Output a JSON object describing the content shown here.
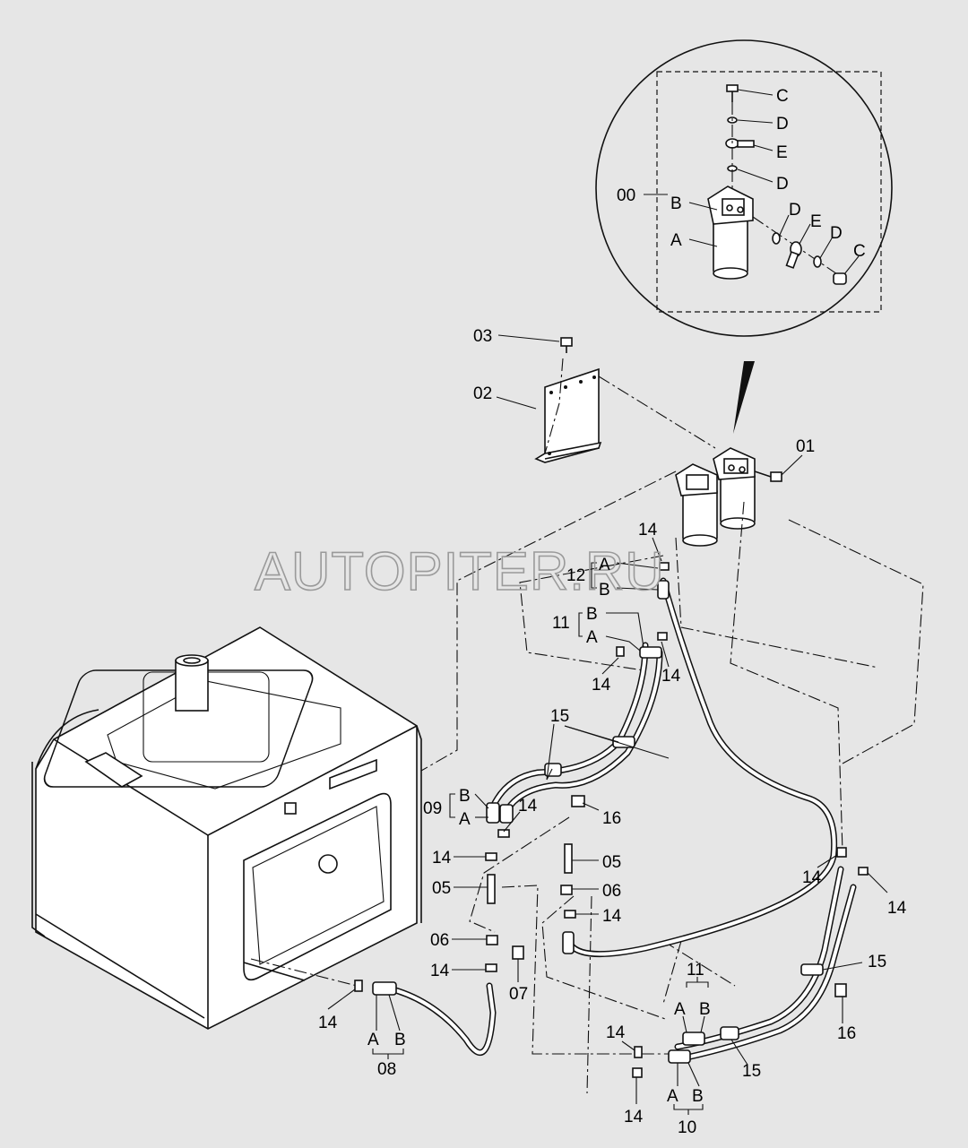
{
  "watermark": "AUTOPITER.RU",
  "labels": {
    "c1": "C",
    "d1": "D",
    "e1": "E",
    "d2": "D",
    "asm00": "00",
    "asmB": "B",
    "asmA": "A",
    "d3": "D",
    "e2": "E",
    "d4": "D",
    "c2": "C",
    "p03": "03",
    "p02": "02",
    "p01": "01",
    "p14a": "14",
    "p12": "12",
    "p12A": "A",
    "p12B": "B",
    "p11": "11",
    "p11B": "B",
    "p11A": "A",
    "p14b": "14",
    "p14c": "14",
    "p15a": "15",
    "p09": "09",
    "p09B": "B",
    "p09A": "A",
    "p14d": "14",
    "p16a": "16",
    "p14e": "14",
    "p05a": "05",
    "p05b": "05",
    "p06a": "06",
    "p14f": "14",
    "p06b": "06",
    "p14g": "14",
    "p07": "07",
    "p14h": "14",
    "p08A": "A",
    "p08B": "B",
    "p08": "08",
    "p14i": "14",
    "p14j": "14",
    "p15b": "15",
    "p16b": "16",
    "p11bt": "11",
    "p11bA": "A",
    "p11bB": "B",
    "p15c": "15",
    "p14k": "14",
    "p14l": "14",
    "p10A": "A",
    "p10B": "B",
    "p10": "10"
  }
}
